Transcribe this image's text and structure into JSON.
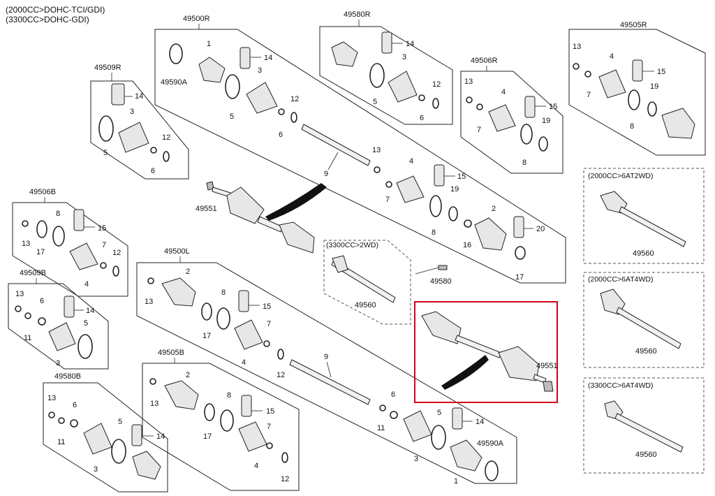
{
  "header": {
    "line1": "(2000CC>DOHC-TCI/GDI)",
    "line2": "(3300CC>DOHC-GDI)"
  },
  "groups": {
    "g49500R": "49500R",
    "g49580R": "49580R",
    "g49505R": "49505R",
    "g49509R": "49509R",
    "g49506R": "49506R",
    "g49506B": "49506B",
    "g49509B": "49509B",
    "g49580B": "49580B",
    "g49500L": "49500L",
    "g49505B": "49505B"
  },
  "variants": {
    "v_3300_2wd": "(3300CC>2WD)",
    "v_2000_6at2wd": "(2000CC>6AT2WD)",
    "v_2000_6at4wd": "(2000CC>6AT4WD)",
    "v_3300_6at4wd": "(3300CC>6AT4WD)"
  },
  "parts": {
    "p1": "1",
    "p2": "2",
    "p3": "3",
    "p4": "4",
    "p5": "5",
    "p6": "6",
    "p7": "7",
    "p8": "8",
    "p9": "9",
    "p11": "11",
    "p12": "12",
    "p13": "13",
    "p14": "14",
    "p15": "15",
    "p16": "16",
    "p17": "17",
    "p19": "19",
    "p20": "20",
    "p49551": "49551",
    "p49560": "49560",
    "p49580": "49580",
    "p49590A": "49590A"
  },
  "colors": {
    "highlight": "#d0021b",
    "line": "#222222"
  }
}
